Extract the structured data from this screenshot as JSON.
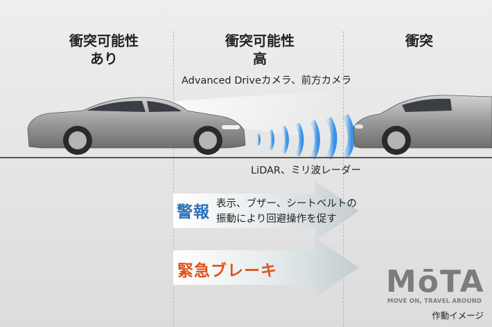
{
  "phases": [
    {
      "line1": "衝突可能性",
      "line2": "あり"
    },
    {
      "line1": "衝突可能性",
      "line2": "高"
    },
    {
      "line1": "衝突",
      "line2": ""
    }
  ],
  "sensors": {
    "camera": "Advanced Driveカメラ、前方カメラ",
    "lidar": "LiDAR、ミリ波レーダー"
  },
  "stages": {
    "warning": {
      "title": "警報",
      "line1": "表示、ブザー、シートベルトの",
      "line2": "振動により回避操作を促す"
    },
    "braking": {
      "title": "緊急ブレーキ"
    }
  },
  "logo": {
    "main": "MōTA",
    "tagline": "MOVE ON, TRAVEL AROUND"
  },
  "caption": "作動イメージ",
  "colors": {
    "warning": "#2a72b8",
    "braking": "#e0531c",
    "wave": "#2f8ee8"
  }
}
